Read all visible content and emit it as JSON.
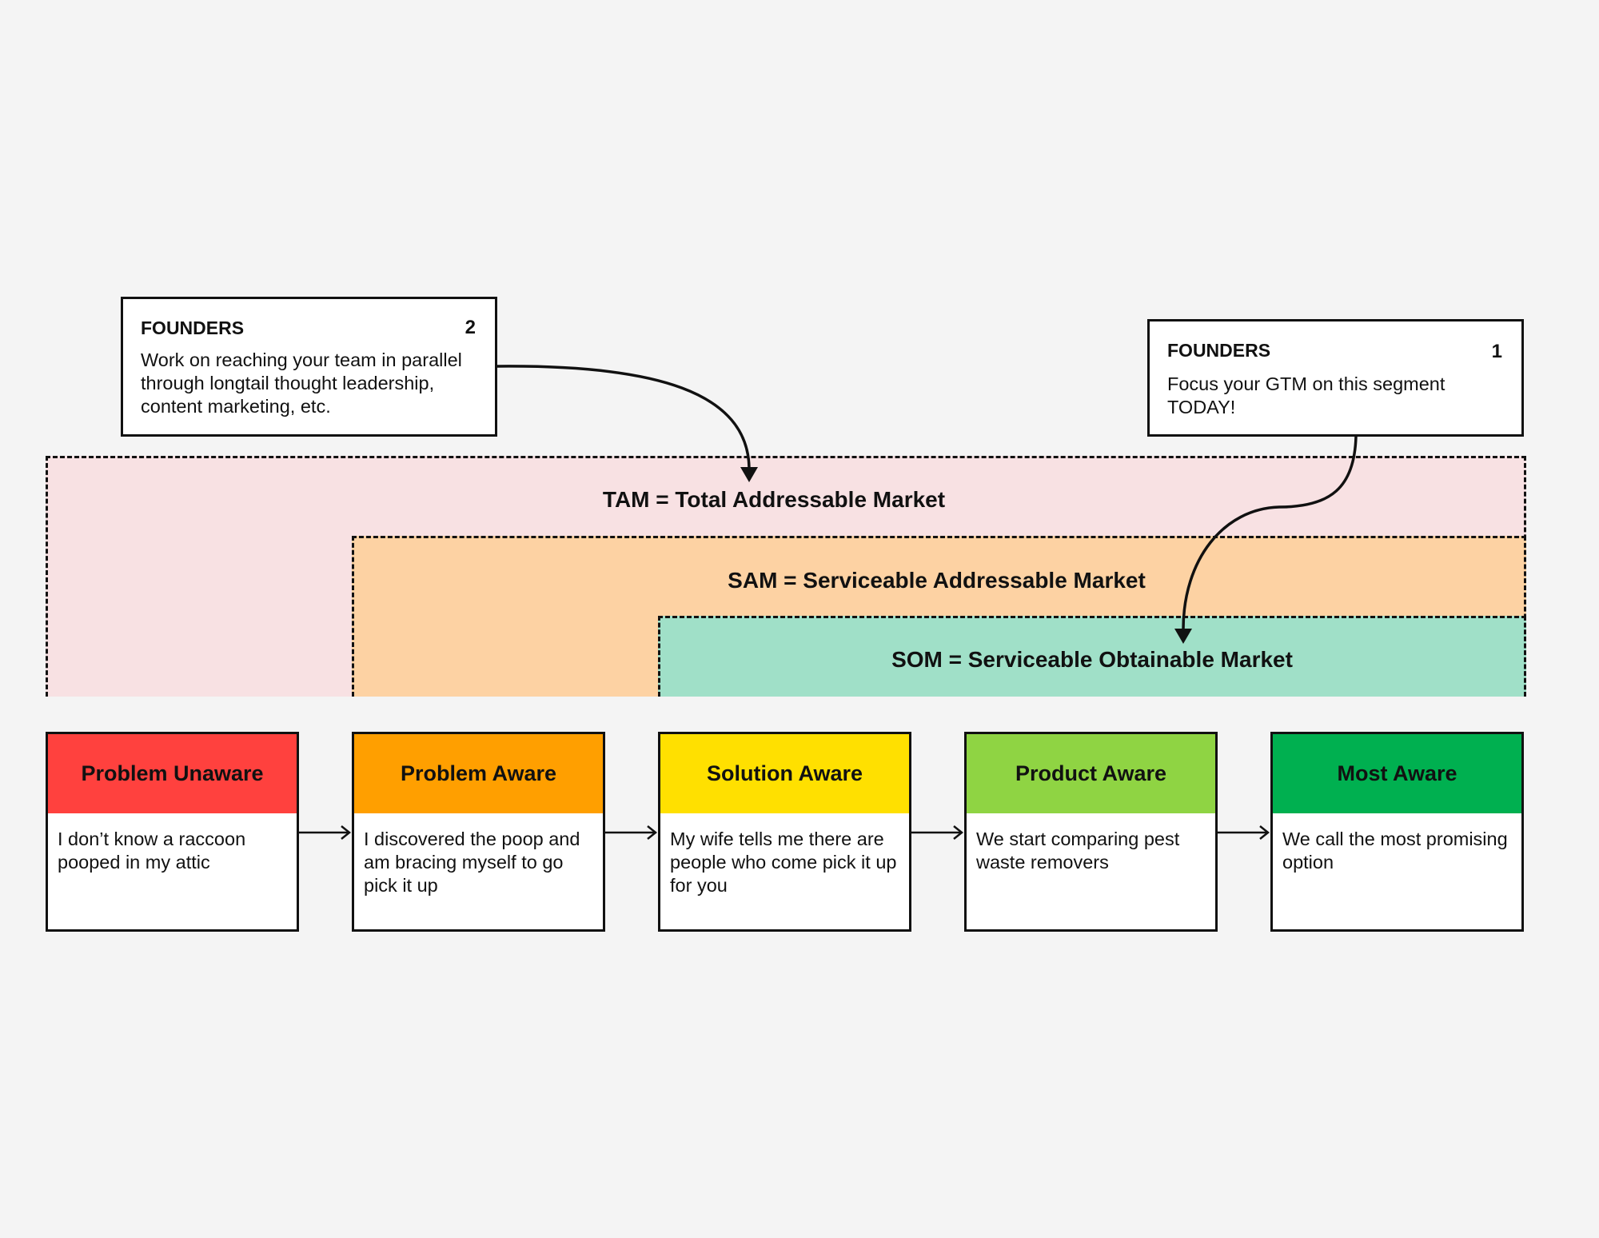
{
  "notes": [
    {
      "title": "FOUNDERS",
      "number": "2",
      "body": "Work on reaching your team in parallel through longtail thought leadership, content marketing, etc."
    },
    {
      "title": "FOUNDERS",
      "number": "1",
      "body": "Focus your GTM on this segment TODAY!"
    }
  ],
  "markets": {
    "tam": {
      "label": "TAM = Total Addressable Market",
      "color": "#f8e1e3"
    },
    "sam": {
      "label": "SAM = Serviceable Addressable Market",
      "color": "#fdd2a3"
    },
    "som": {
      "label": "SOM = Serviceable Obtainable Market",
      "color": "#a0e0c8"
    }
  },
  "stages": [
    {
      "title": "Problem Unaware",
      "color": "#ff413e",
      "body": "I don’t know a raccoon pooped in my attic"
    },
    {
      "title": "Problem Aware",
      "color": "#ff9f00",
      "body": "I discovered the poop and am bracing myself to go pick it up"
    },
    {
      "title": "Solution Aware",
      "color": "#ffe000",
      "body": "My wife tells me there are people who come pick it up for you"
    },
    {
      "title": "Product Aware",
      "color": "#8fd443",
      "body": "We start comparing pest waste removers"
    },
    {
      "title": "Most Aware",
      "color": "#00b050",
      "body": "We call the most promising option"
    }
  ]
}
